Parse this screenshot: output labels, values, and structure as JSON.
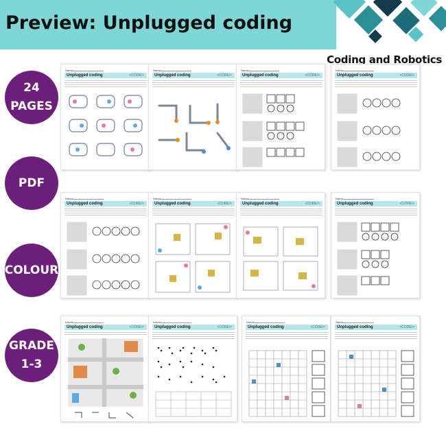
{
  "header": {
    "title": "Preview: Unplugged coding",
    "brand": "Coding and Robotics"
  },
  "colors": {
    "banner": "#7fd6d6",
    "badge": "#6d1f7c",
    "worksheet_header": "#b7e7ea"
  },
  "badges": [
    {
      "line1": "24",
      "line2": "PAGES"
    },
    {
      "line1": "PDF",
      "line2": ""
    },
    {
      "line1": "COLOUR",
      "line2": ""
    },
    {
      "line1": "GRADE",
      "line2": "1-3"
    }
  ],
  "worksheets": [
    {
      "name_label": "Name:",
      "title": "Unplugged coding",
      "logo": "<CODE/>"
    },
    {
      "name_label": "Name:",
      "title": "Unplugged coding",
      "logo": "<CODE/>"
    },
    {
      "name_label": "Name:",
      "title": "Unplugged coding",
      "logo": "<CODE/>"
    },
    {
      "name_label": "Name:",
      "title": "Unplugged coding",
      "logo": "<CODE/>"
    },
    {
      "name_label": "Name:",
      "title": "Unplugged coding",
      "logo": "<CODE/>"
    },
    {
      "name_label": "Name:",
      "title": "Unplugged coding",
      "logo": "<CODE/>"
    },
    {
      "name_label": "Name:",
      "title": "Unplugged coding",
      "logo": "<CODE/>"
    },
    {
      "name_label": "Name:",
      "title": "Unplugged coding",
      "logo": "<CODE/>"
    },
    {
      "name_label": "Name:",
      "title": "Unplugged coding",
      "logo": "<CODE/>"
    },
    {
      "name_label": "Name:",
      "title": "Unplugged coding",
      "logo": "<CODE/>"
    },
    {
      "name_label": "Name:",
      "title": "Unplugged coding",
      "logo": "<CODE/>"
    },
    {
      "name_label": "Name:",
      "title": "Unplugged coding",
      "logo": "<CODE/>"
    }
  ]
}
